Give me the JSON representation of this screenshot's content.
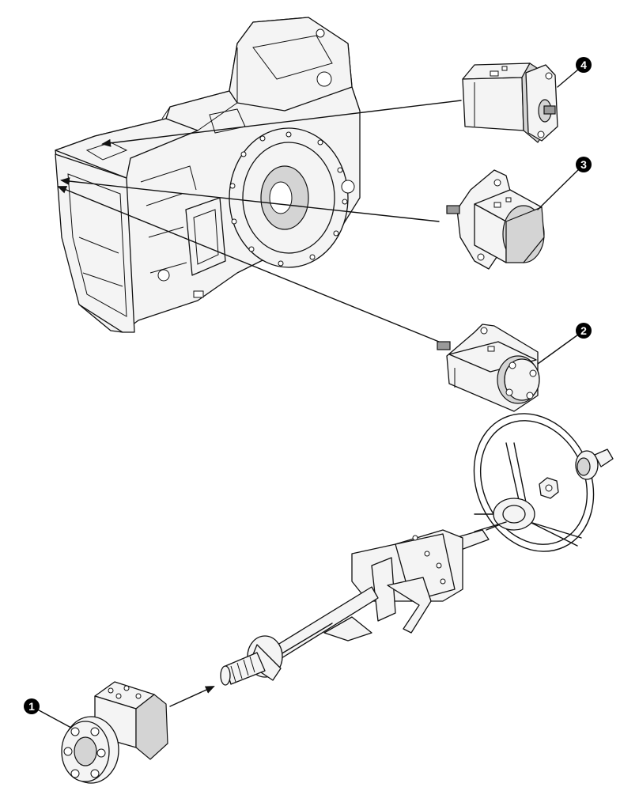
{
  "callouts": [
    {
      "label": "1"
    },
    {
      "label": "2"
    },
    {
      "label": "3"
    },
    {
      "label": "4"
    }
  ],
  "colors": {
    "line": "#111111",
    "shade": "#d4d4d4",
    "dark": "#9a9a9a",
    "background": "#ffffff"
  }
}
